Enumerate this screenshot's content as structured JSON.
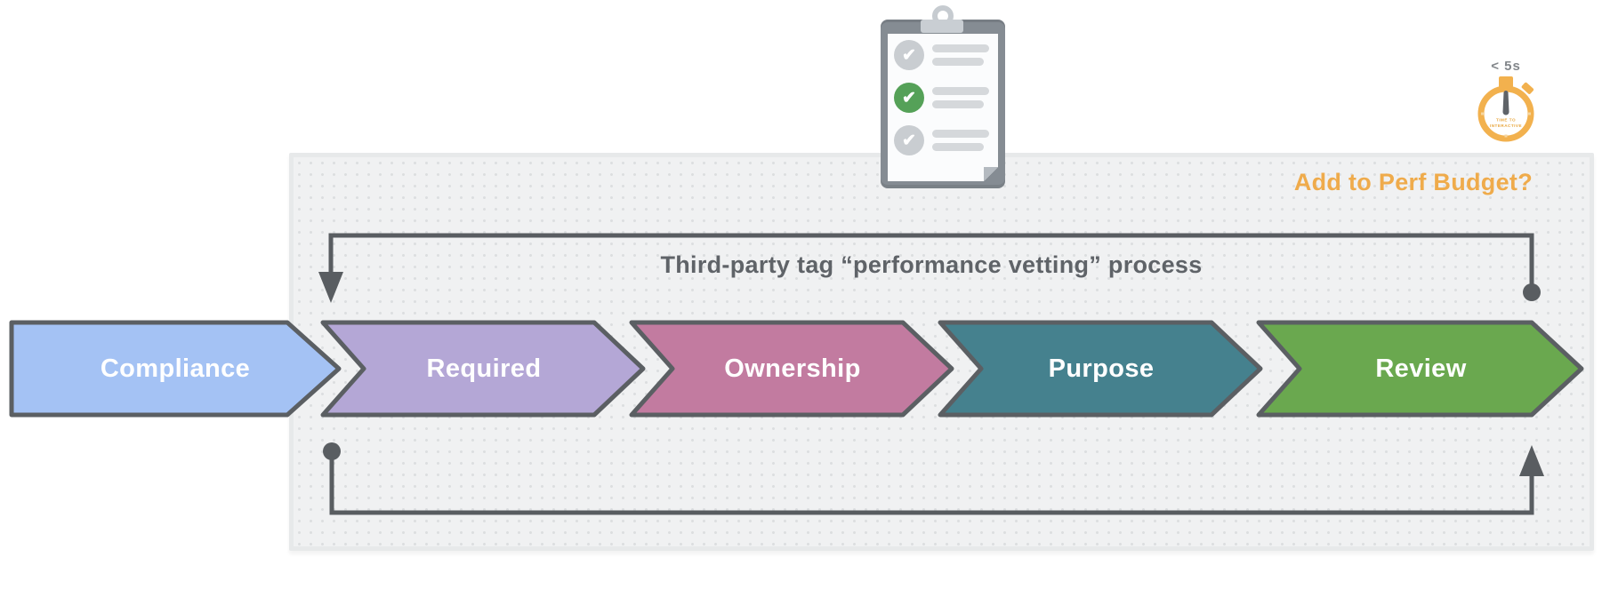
{
  "title": "Third-party tag “performance vetting” process",
  "perf_budget": {
    "label": "Add to Perf Budget?",
    "color": "#efab4b"
  },
  "timer": {
    "caption": "< 5s",
    "face_line1": "TIME TO",
    "face_line2": "INTERACTIVE",
    "ring_color": "#f2b14e",
    "needle_color": "#5f6368"
  },
  "clipboard": {
    "items": [
      {
        "state": "checked",
        "color": "#c9cdd1"
      },
      {
        "state": "checked",
        "color": "#55a158"
      },
      {
        "state": "checked",
        "color": "#c9cdd1"
      }
    ],
    "check_glyph": "✔"
  },
  "stages": [
    {
      "label": "Compliance",
      "color": "#a4c2f4"
    },
    {
      "label": "Required",
      "color": "#b4a7d6"
    },
    {
      "label": "Ownership",
      "color": "#c27ba0"
    },
    {
      "label": "Purpose",
      "color": "#45818e"
    },
    {
      "label": "Review",
      "color": "#6aa84f"
    }
  ],
  "connector": {
    "color": "#595d61",
    "border_color": "#5b5f63"
  }
}
